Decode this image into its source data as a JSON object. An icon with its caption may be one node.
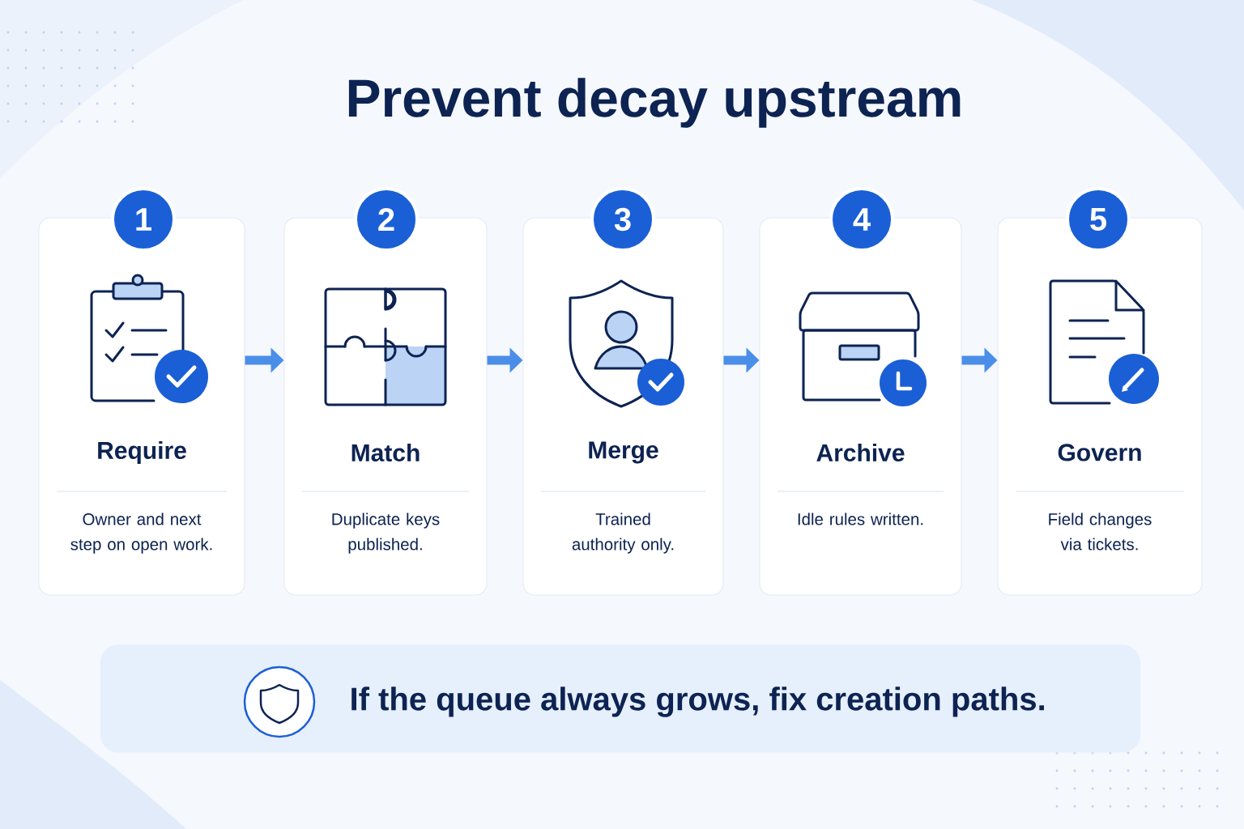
{
  "diagram": {
    "title": "Prevent decay upstream",
    "nodes": [
      {
        "text": [
          "1"
        ]
      },
      {
        "text": [
          "Require",
          "Owner and next step on open work."
        ]
      },
      {
        "text": [
          "2"
        ]
      },
      {
        "text": [
          "Match",
          "Duplicate keys published."
        ]
      },
      {
        "text": [
          "3"
        ]
      },
      {
        "text": [
          "Merge",
          "Trained authority only."
        ]
      },
      {
        "text": [
          "4"
        ]
      },
      {
        "text": [
          "Archive",
          "Idle rules written."
        ]
      },
      {
        "text": [
          "5"
        ]
      },
      {
        "text": [
          "Govern",
          "Field changes via tickets."
        ]
      },
      {
        "text": [
          "If the queue always grows, fix creation paths."
        ]
      }
    ],
    "edges": [
      {
        "from": 1,
        "to": 3,
        "arrow": "to"
      },
      {
        "from": 3,
        "to": 5,
        "arrow": "to"
      },
      {
        "from": 5,
        "to": 7,
        "arrow": "to"
      },
      {
        "from": 7,
        "to": 9,
        "arrow": "to"
      }
    ]
  }
}
